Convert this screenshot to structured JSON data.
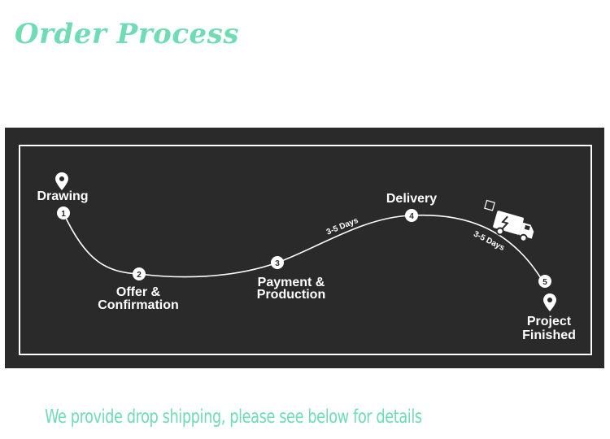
{
  "title": "Order Process",
  "footer": "We provide drop shipping, please see below for details",
  "steps": [
    {
      "number": "1",
      "label_lines": [
        "Drawing"
      ]
    },
    {
      "number": "2",
      "label_lines": [
        "Offer &",
        "Confirmation"
      ]
    },
    {
      "number": "3",
      "label_lines": [
        "Payment &",
        "Production"
      ]
    },
    {
      "number": "4",
      "label_lines": [
        "Delivery"
      ]
    },
    {
      "number": "5",
      "label_lines": [
        "Project",
        "Finished"
      ]
    }
  ],
  "durations": [
    "3-5 Days",
    "3-5 Days"
  ],
  "colors": {
    "accent": "#6fdcb4",
    "panel": "#2a2a2a",
    "line": "#ffffff"
  },
  "icons": [
    "location-pin-icon",
    "delivery-truck-icon",
    "location-pin-icon"
  ]
}
